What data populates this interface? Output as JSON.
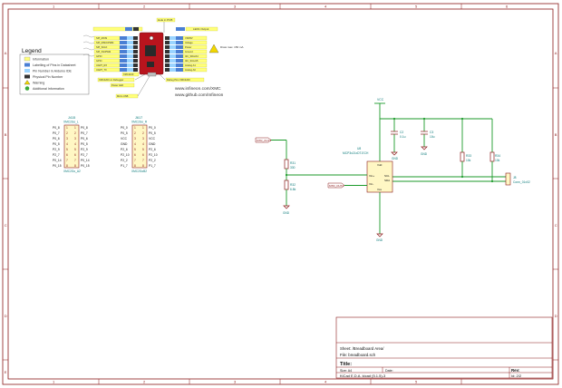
{
  "frame": {
    "columns": [
      "1",
      "2",
      "3",
      "4",
      "5",
      "6"
    ],
    "rows": [
      "A",
      "B",
      "C",
      "D",
      "E"
    ]
  },
  "legend": {
    "title": "Legend",
    "items": [
      {
        "label": "Information",
        "color": "#ffff7a"
      },
      {
        "label": "Labelling of Pins in Datasheet",
        "color": "#4a7fd4"
      },
      {
        "label": "Pin Number in Arduino IDE",
        "color": "#9ad4ff"
      },
      {
        "label": "Physical Pin Number",
        "color": "#333333"
      },
      {
        "label": "Warning",
        "color": "#f2d700"
      },
      {
        "label": "Additional Information",
        "color": "#3aa83a"
      }
    ]
  },
  "board": {
    "top_labels": [
      "Hole in PCB",
      "LED1 Output",
      "Ground"
    ],
    "left_pins": [
      "SPI_MOSI",
      "SPI_MISO/PWM",
      "SPI_SCLK",
      "SPI_SS/PWM",
      "GPIO",
      "GPIO",
      "UART_RX",
      "UART_TX"
    ],
    "right_pins": [
      "VDD5V",
      "Voltage",
      "Power",
      "Ground",
      "I2C_SDA/A4",
      "I2C_SCL/A5",
      "Analog A1",
      "Analog A0"
    ],
    "notes": [
      "XMC1100",
      "XMC4200 on Debugger",
      "Debug Pins XMC4200",
      "Power LED",
      "Micro USB"
    ],
    "warning": "Draw max. 150 mA",
    "links": [
      "www.infineon.com/XMC",
      "www.github.com/Infineon"
    ]
  },
  "connectors": [
    {
      "ref": "J415",
      "value": "XMC2Go_L",
      "footer": "XMC2Go_A2",
      "left": [
        "P0_8",
        "P0_7",
        "P0_6",
        "P0_5",
        "P2_9",
        "P2_7",
        "P0_14",
        "P0_15"
      ],
      "right": [
        "P0_8",
        "P0_7",
        "P0_6",
        "P0_5",
        "P2_9",
        "P2_7",
        "P0_14",
        "P0_15"
      ],
      "nums_l": [
        "1",
        "2",
        "3",
        "4",
        "5",
        "6",
        "7",
        "8"
      ],
      "nums_r": [
        "1",
        "2",
        "3",
        "4",
        "5",
        "6",
        "7",
        "8"
      ]
    },
    {
      "ref": "J617",
      "value": "XMC2Go_R",
      "footer": "XMC2GoB2",
      "left": [
        "P0_0",
        "P0_5",
        "VCC",
        "GND",
        "P2_6",
        "P2_10",
        "P2_2",
        "P1_7"
      ],
      "right": [
        "P0_0",
        "P0_5",
        "VCC",
        "GND",
        "P2_6",
        "P2_10",
        "P2_2",
        "P1_7"
      ],
      "nums_l": [
        "1",
        "2",
        "3",
        "4",
        "5",
        "6",
        "7",
        "8"
      ],
      "nums_r": [
        "1",
        "2",
        "3",
        "4",
        "5",
        "6",
        "7",
        "8"
      ]
    }
  ],
  "schematic": {
    "vcc_label": "VCC",
    "gnd_label": "GND",
    "global_labels": [
      "MTR_OUT1",
      "MTR_OUT2"
    ],
    "c2": {
      "ref": "C2",
      "value": "0.1u"
    },
    "c3": {
      "ref": "C3",
      "value": "10u"
    },
    "r33": {
      "ref": "R33",
      "value": "10k"
    },
    "r34": {
      "ref": "R34",
      "value": "10k"
    },
    "r31": {
      "ref": "R31",
      "value": "330"
    },
    "r32": {
      "ref": "R32",
      "value": "6.8k"
    },
    "ic": {
      "ref": "U8",
      "value": "MCP3x21xDT-ECH",
      "pins": [
        "Vin+",
        "Vin-",
        "Vss",
        "SCL",
        "SDA",
        "Vdd"
      ]
    },
    "j8": {
      "ref": "J8",
      "value": "Conn_01x02"
    }
  },
  "title_block": {
    "sheet_label": "Sheet: /Breadboard Area/",
    "file_label": "File: breadboard.sch",
    "title_label": "Title:",
    "size_label": "Size: A4",
    "date_label": "Date:",
    "rev_label": "Rev:",
    "kicad_label": "KiCad E.D.A.  kicad (5.1.5)-3",
    "id_label": "Id: 2/2"
  }
}
